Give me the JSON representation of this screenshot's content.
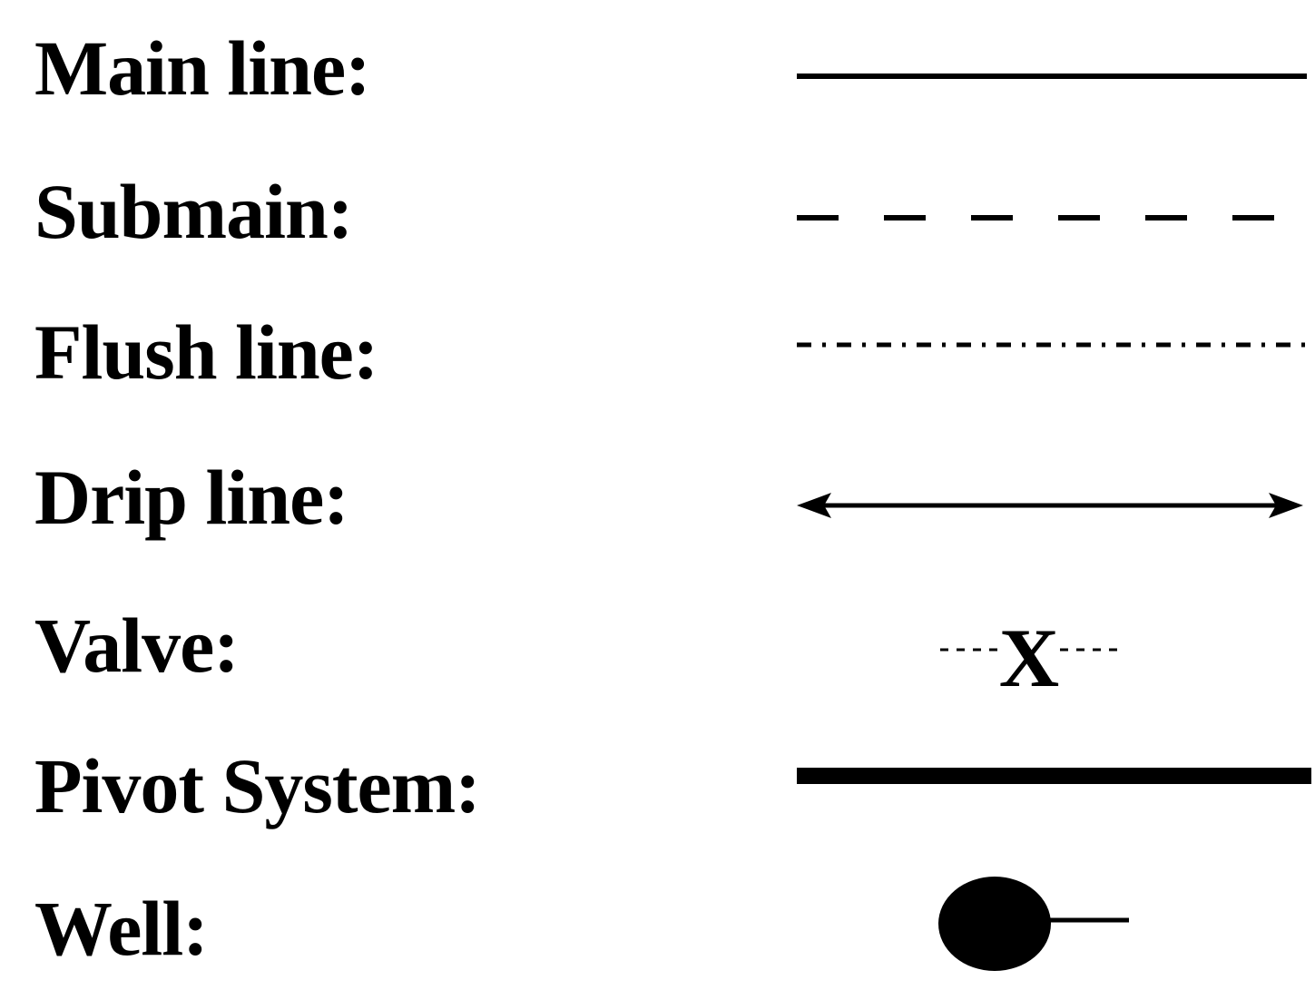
{
  "legend": {
    "items": [
      {
        "label": "Main line:",
        "symbol": "solid-line"
      },
      {
        "label": "Submain:",
        "symbol": "dashed-line"
      },
      {
        "label": "Flush line:",
        "symbol": "dash-dot-line"
      },
      {
        "label": "Drip line:",
        "symbol": "double-arrow-line"
      },
      {
        "label": "Valve:",
        "symbol": "valve-x",
        "symbol_text": "X"
      },
      {
        "label": "Pivot System:",
        "symbol": "thick-line"
      },
      {
        "label": "Well:",
        "symbol": "filled-circle-with-stem"
      }
    ]
  }
}
